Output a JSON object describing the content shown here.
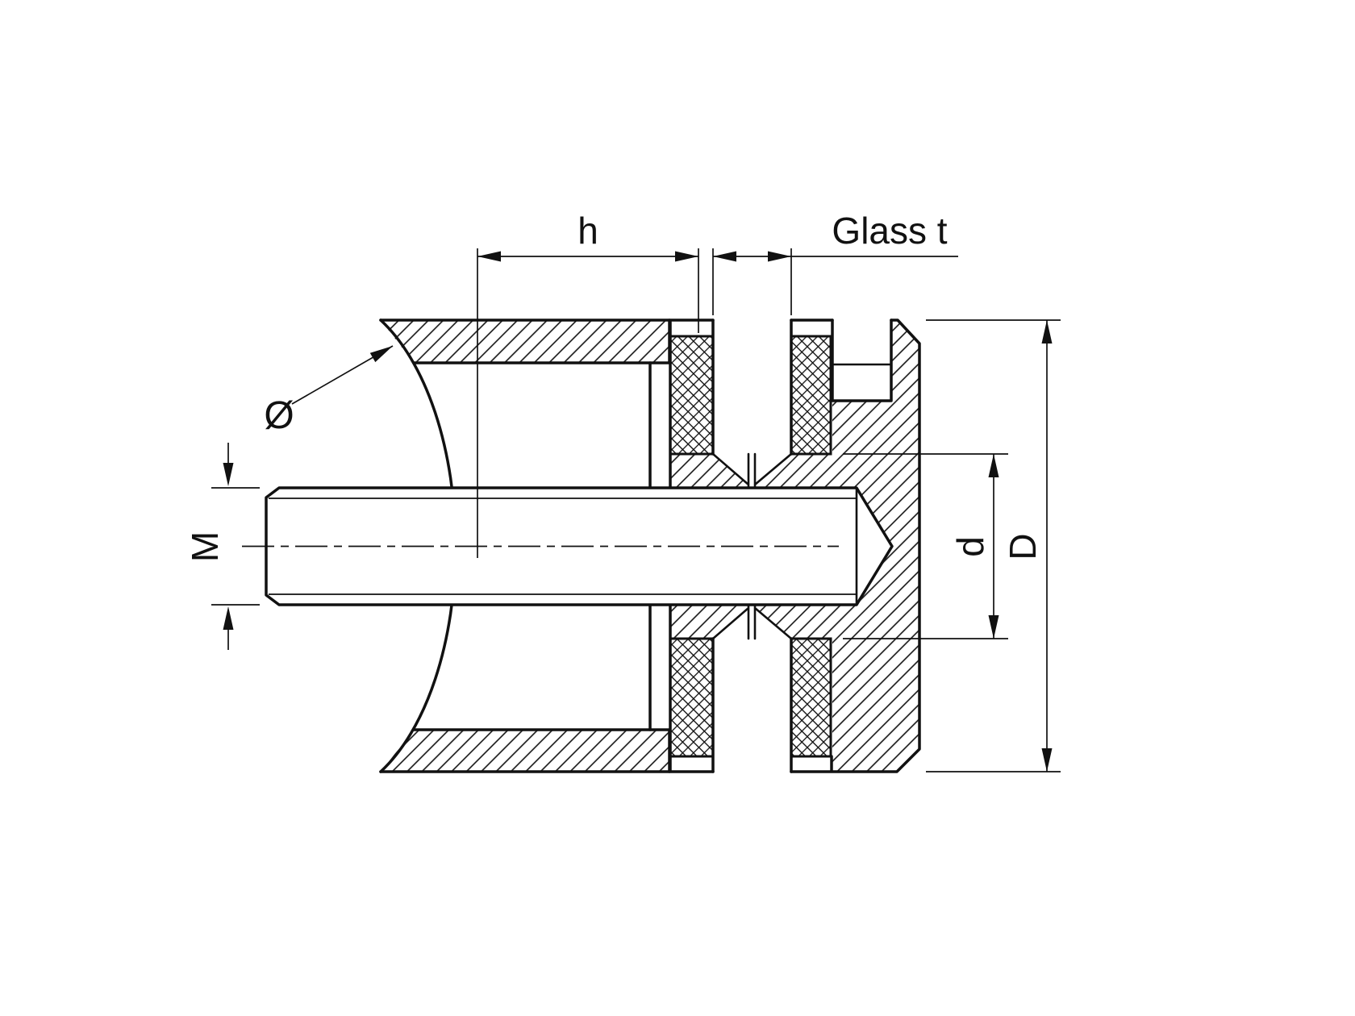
{
  "diagram": {
    "kind": "technical-section-drawing",
    "colors": {
      "line": "#111111",
      "background": "#ffffff"
    },
    "dimension_labels": {
      "height": "h",
      "glass_thickness": "Glass t",
      "diameter_symbol": "Ø",
      "thread_size": "M",
      "inner_diameter": "d",
      "outer_diameter": "D"
    }
  }
}
